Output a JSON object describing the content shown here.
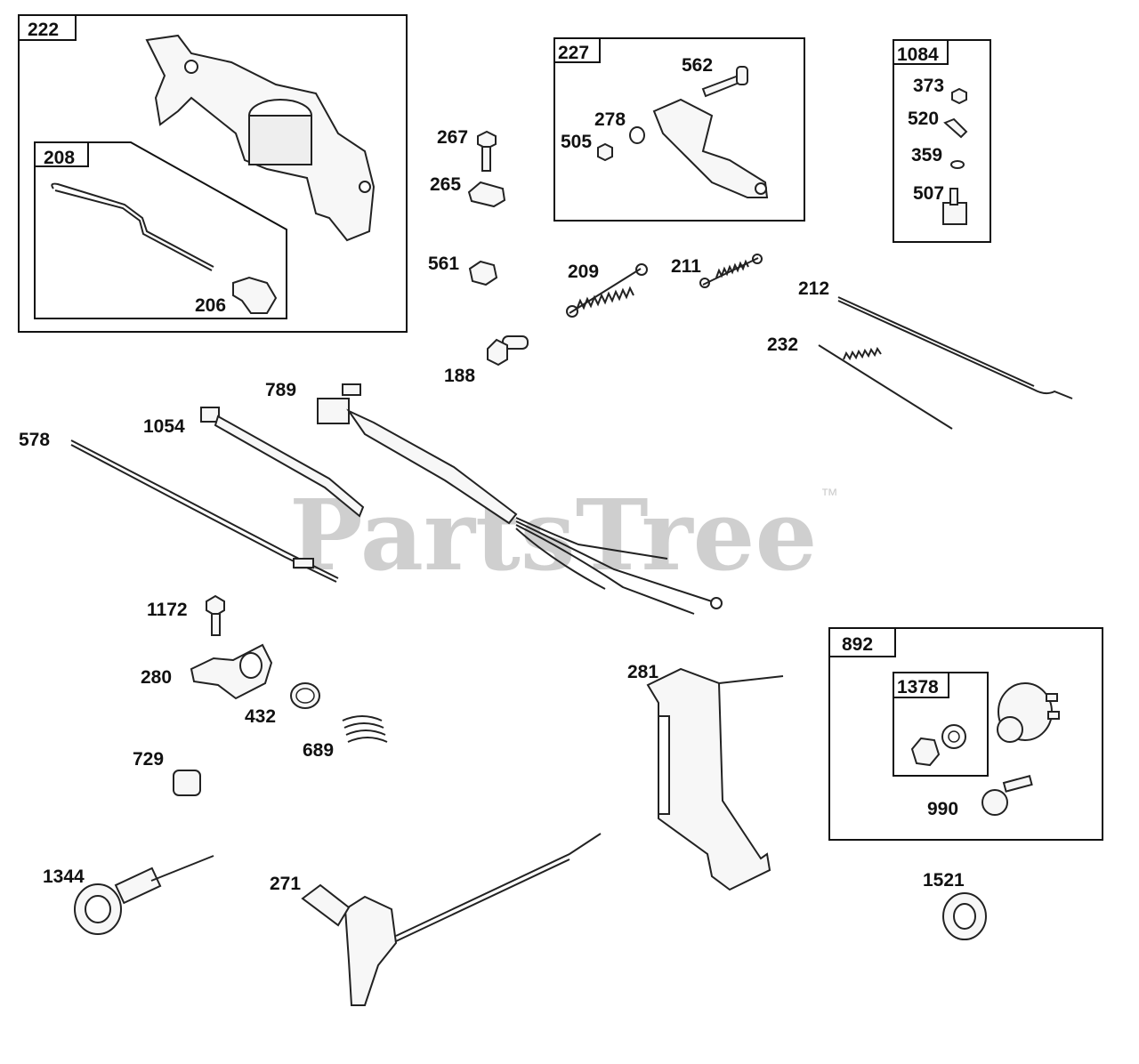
{
  "watermark": {
    "text": "PartsTree",
    "trademark": "™"
  },
  "groups": [
    {
      "id": "222",
      "label": "222"
    },
    {
      "id": "208",
      "label": "208"
    },
    {
      "id": "227",
      "label": "227"
    },
    {
      "id": "1084",
      "label": "1084"
    },
    {
      "id": "892",
      "label": "892"
    },
    {
      "id": "1378",
      "label": "1378"
    }
  ],
  "callouts": {
    "206": "206",
    "267": "267",
    "265": "265",
    "561": "561",
    "188": "188",
    "562": "562",
    "278": "278",
    "505": "505",
    "209": "209",
    "211": "211",
    "373": "373",
    "520": "520",
    "359": "359",
    "507": "507",
    "212": "212",
    "232": "232",
    "789": "789",
    "1054": "1054",
    "578": "578",
    "1172": "1172",
    "280": "280",
    "432": "432",
    "689": "689",
    "729": "729",
    "1344": "1344",
    "271": "271",
    "281": "281",
    "990": "990",
    "1521": "1521"
  }
}
